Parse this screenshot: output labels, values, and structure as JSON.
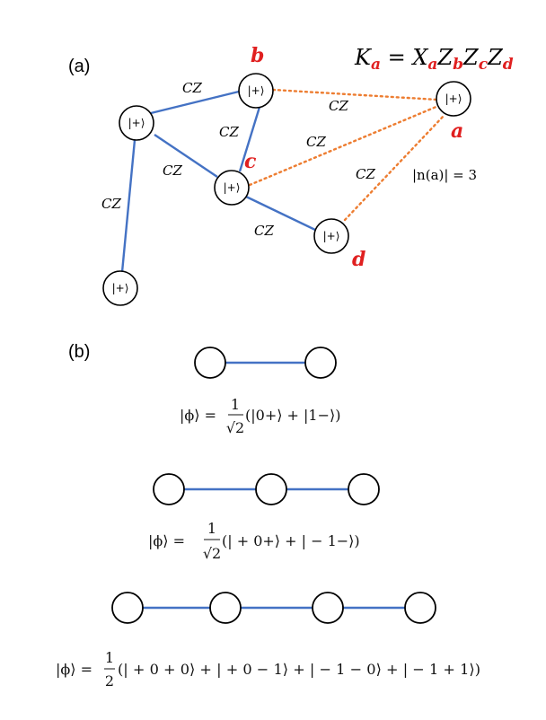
{
  "panel_a": {
    "label": "(a)",
    "ket_text": "|+⟩",
    "edge_label": "CZ",
    "qubit_labels": {
      "a": "a",
      "b": "b",
      "c": "c",
      "d": "d"
    },
    "stabilizer": {
      "K": "K",
      "Ksub": "a",
      "eq": " = ",
      "X": "X",
      "Xsub": "a",
      "Z1": "Z",
      "Z1sub": "b",
      "Z2": "Z",
      "Z2sub": "c",
      "Z3": "Z",
      "Z3sub": "d"
    },
    "neighborhood": "|n(a)| = 3"
  },
  "panel_b": {
    "label": "(b)",
    "graphs": [
      {
        "nodes": 2,
        "state_prefix": "|ϕ⟩ = ",
        "coef_num": "1",
        "coef_den": "√2",
        "state_body": "(|0+⟩ + |1−⟩)"
      },
      {
        "nodes": 3,
        "state_prefix": "|ϕ⟩ = ",
        "coef_num": "1",
        "coef_den": "√2",
        "state_body": "(| + 0+⟩ + | − 1−⟩)"
      },
      {
        "nodes": 4,
        "state_prefix": "|ϕ⟩ = ",
        "coef_num": "1",
        "coef_den": "2",
        "state_body": "(| + 0 + 0⟩ + | + 0 − 1⟩ + | − 1 − 0⟩ + | − 1 + 1⟩)"
      }
    ]
  },
  "colors": {
    "blue_edge": "#4472c4",
    "orange_edge": "#ed7d31",
    "label_red": "#e02020"
  }
}
